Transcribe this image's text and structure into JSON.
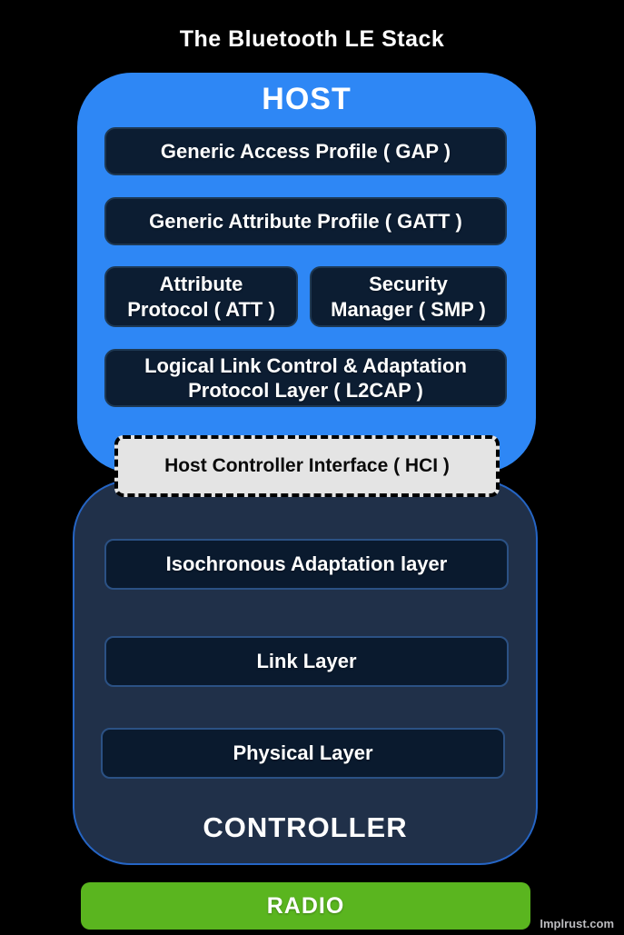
{
  "title": "The Bluetooth LE Stack",
  "host": {
    "label": "HOST",
    "boxes": {
      "gap": "Generic Access Profile ( GAP )",
      "gatt": "Generic Attribute Profile ( GATT )",
      "att": {
        "line1": "Attribute",
        "line2": "Protocol ( ATT )"
      },
      "smp": {
        "line1": "Security",
        "line2": "Manager ( SMP )"
      },
      "l2cap": {
        "line1": "Logical Link Control & Adaptation",
        "line2": "Protocol Layer ( L2CAP )"
      }
    }
  },
  "hci": {
    "label": "Host Controller Interface ( HCI )"
  },
  "controller": {
    "label": "CONTROLLER",
    "boxes": {
      "isochronous": "Isochronous Adaptation layer",
      "link": "Link Layer",
      "physical": "Physical Layer"
    }
  },
  "radio": {
    "label": "RADIO"
  },
  "watermark": "Implrust.com",
  "colors": {
    "background": "#000000",
    "host_fill": "#2e87f5",
    "controller_fill": "#203049",
    "controller_border": "#2565c5",
    "inner_box_fill": "#0c1d32",
    "inner_box_border": "#1e3852",
    "controller_box_fill": "#0a1a2e",
    "controller_box_border": "#2b5184",
    "hci_fill": "#e4e4e4",
    "hci_border": "#000000",
    "radio_fill": "#5ab51f",
    "text_light": "#ffffff",
    "text_dark": "#0a0a0a"
  }
}
